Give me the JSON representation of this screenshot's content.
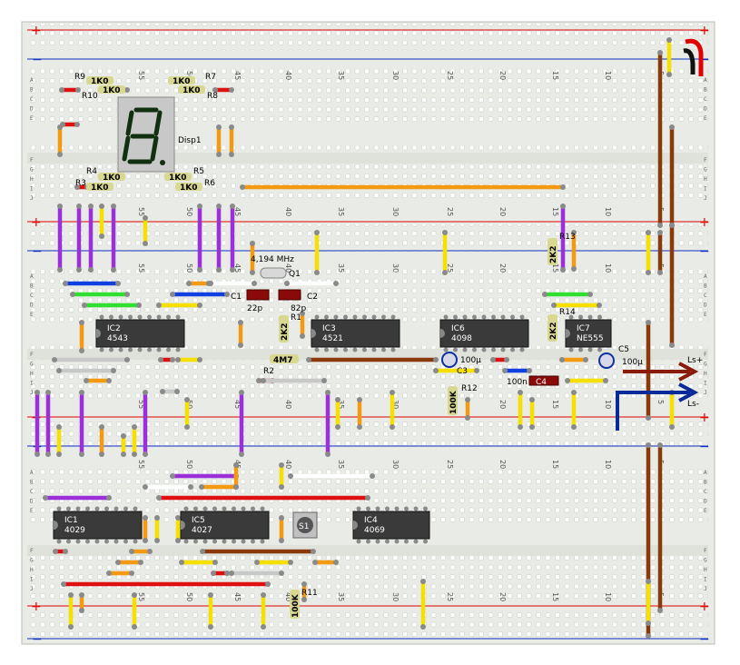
{
  "colors": {
    "board": "#eef0ec",
    "hole": "#ffffff",
    "rail_red": "#e00000",
    "rail_blue": "#1030c0",
    "wire_purple": "#9b30d8",
    "wire_yellow": "#f5e000",
    "wire_orange": "#f39a12",
    "wire_brown": "#8a3a0a",
    "wire_red": "#e01010",
    "wire_blue": "#1040e0",
    "wire_green": "#30e030",
    "wire_gray": "#c8c8c8",
    "wire_white": "#ffffff",
    "resistor": "#d8d890",
    "ic": "#3a3a3a",
    "capacitor": "#8a0a0a"
  },
  "column_numbers": [
    "55",
    "50",
    "45",
    "40",
    "35",
    "30",
    "25",
    "20",
    "15",
    "10",
    "5"
  ],
  "row_letters_top": [
    "A",
    "B",
    "C",
    "D",
    "E"
  ],
  "row_letters_bottom": [
    "F",
    "G",
    "H",
    "I",
    "J"
  ],
  "rail_signs": {
    "plus": "+",
    "minus": "−"
  },
  "components": {
    "r9": "R9",
    "r10": "R10",
    "r7": "R7",
    "r8": "R8",
    "r4": "R4",
    "r3": "R3",
    "r5": "R5",
    "r6": "R6",
    "r1": "R1",
    "r2": "R2",
    "r11": "R11",
    "r12": "R12",
    "r13": "R13",
    "r14": "R14",
    "res_1k0": "1K0",
    "res_2k2": "2K2",
    "res_4m7": "4M7",
    "res_100k": "100K",
    "disp1": "Disp1",
    "crystal_freq": "4,194 MHz",
    "q1": "Q1",
    "c1": "C1",
    "c2": "C2",
    "c1_val": "22p",
    "c2_val": "82p",
    "c3": "C3",
    "c3_val": "100µ",
    "c4": "C4",
    "c4_val": "100n",
    "c5": "C5",
    "c5_val": "100µ",
    "s1": "S1",
    "ls_plus": "Ls+",
    "ls_minus": "Ls-"
  },
  "ics": [
    {
      "ref": "IC2",
      "part": "4543"
    },
    {
      "ref": "IC3",
      "part": "4521"
    },
    {
      "ref": "IC6",
      "part": "4098"
    },
    {
      "ref": "IC7",
      "part": "NE555"
    },
    {
      "ref": "IC1",
      "part": "4029"
    },
    {
      "ref": "IC5",
      "part": "4027"
    },
    {
      "ref": "IC4",
      "part": "4069"
    }
  ]
}
